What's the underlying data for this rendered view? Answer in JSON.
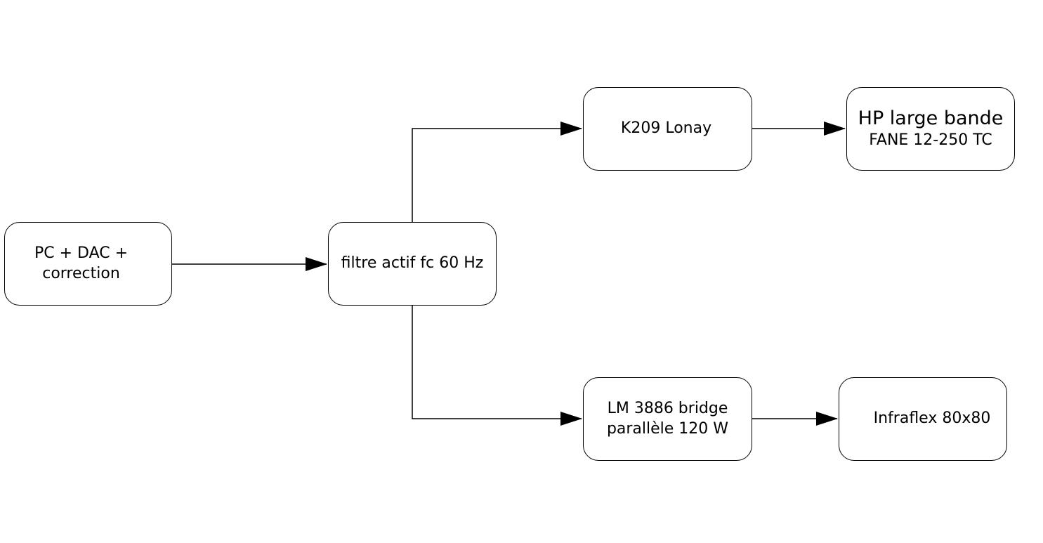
{
  "diagram": {
    "nodes": {
      "source": {
        "line1": "PC + DAC +",
        "line2": "correction"
      },
      "filter": {
        "label": "filtre actif fc 60 Hz"
      },
      "k209": {
        "label": "K209 Lonay"
      },
      "hp": {
        "title": "HP large bande",
        "subtitle": "FANE 12-250 TC"
      },
      "lm": {
        "line1": "LM 3886 bridge",
        "line2": "parallèle 120 W"
      },
      "infra": {
        "label": "Infraflex 80x80"
      }
    },
    "edges": [
      {
        "from": "source",
        "to": "filter"
      },
      {
        "from": "filter",
        "to": "k209"
      },
      {
        "from": "k209",
        "to": "hp"
      },
      {
        "from": "filter",
        "to": "lm"
      },
      {
        "from": "lm",
        "to": "infra"
      }
    ],
    "colors": {
      "stroke": "#000000",
      "background": "#ffffff"
    }
  }
}
